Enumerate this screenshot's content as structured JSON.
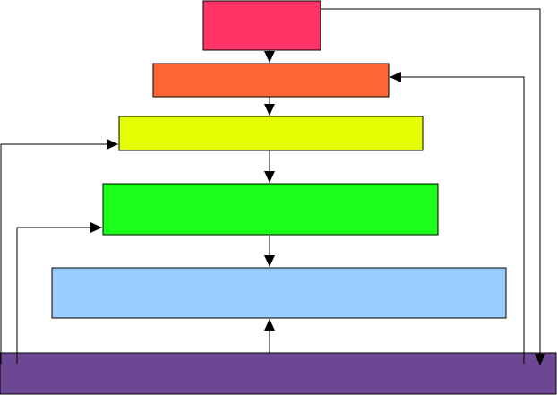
{
  "diagram": {
    "blocks": [
      {
        "id": "block-1",
        "label": "",
        "color": "#ff3366"
      },
      {
        "id": "block-2",
        "label": "",
        "color": "#ff6633"
      },
      {
        "id": "block-3",
        "label": "",
        "color": "#e6ff00"
      },
      {
        "id": "block-4",
        "label": "",
        "color": "#1aff1a"
      },
      {
        "id": "block-5",
        "label": "",
        "color": "#99ccff"
      },
      {
        "id": "block-6",
        "label": "",
        "color": "#6b4794"
      }
    ],
    "connections": [
      {
        "from": "block-1",
        "to": "block-2"
      },
      {
        "from": "block-2",
        "to": "block-3"
      },
      {
        "from": "block-3",
        "to": "block-4"
      },
      {
        "from": "block-4",
        "to": "block-5"
      },
      {
        "from": "block-6",
        "to": "block-5"
      },
      {
        "from": "block-1",
        "to": "block-6"
      },
      {
        "from": "block-6",
        "to": "block-2"
      },
      {
        "from": "block-6",
        "to": "block-3"
      },
      {
        "from": "block-6",
        "to": "block-4"
      }
    ]
  }
}
